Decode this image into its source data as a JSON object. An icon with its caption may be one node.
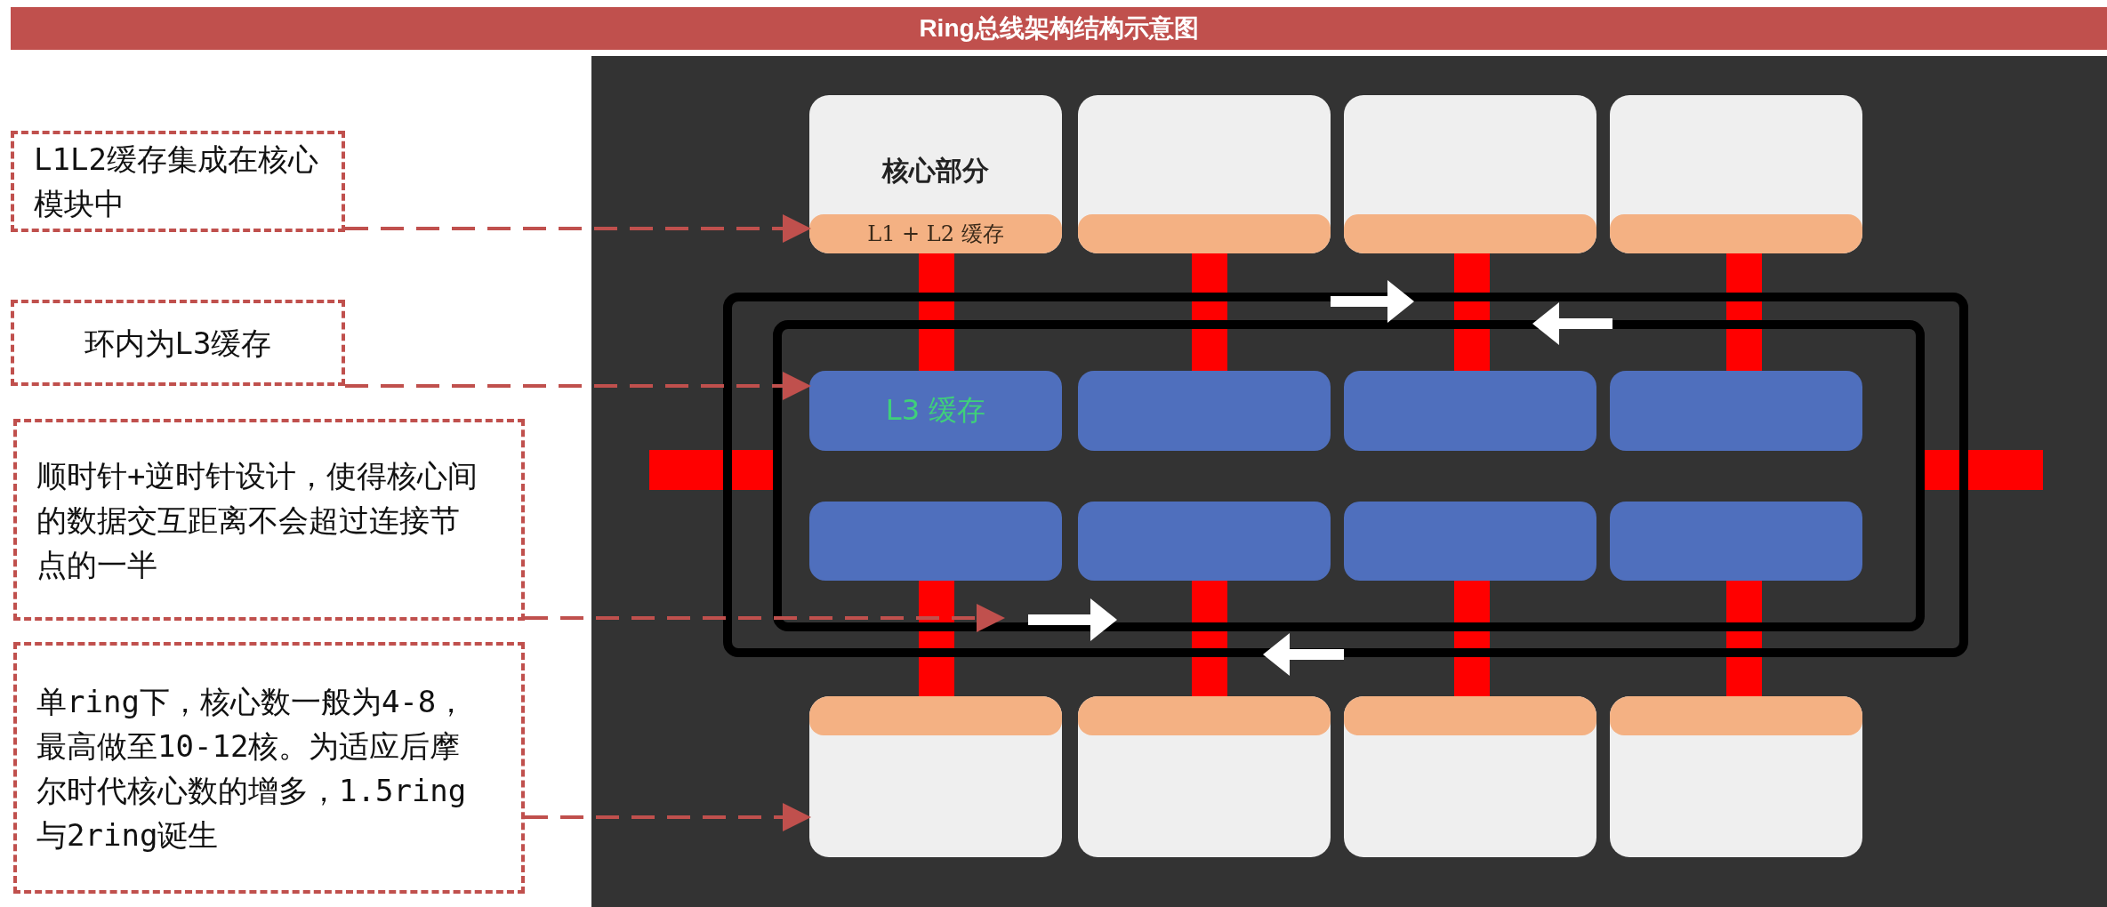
{
  "diagram": {
    "title": "Ring总线架构结构示意图",
    "nodes": [
      {
        "text": [
          "L1L2缓存集成在核心模块中"
        ]
      },
      {
        "text": [
          "环内为L3缓存"
        ]
      },
      {
        "text": [
          "顺时针+逆时针设计，使得核心间的数据交互距离不会超过连接节点的一半"
        ]
      },
      {
        "text": [
          "单ring下，核心数一般为4-8，最高做至10-12核。为适应后摩尔时代核心数的增多，1.5ring与2ring诞生"
        ]
      },
      {
        "text": [
          "核心部分"
        ]
      },
      {
        "text": [
          "L1 + L2 缓存"
        ],
        "in": 4
      },
      {
        "text": [],
        "shape": "box"
      },
      {
        "text": [],
        "shape": "bar",
        "in": 6
      },
      {
        "text": [],
        "shape": "box"
      },
      {
        "text": [],
        "shape": "bar",
        "in": 8
      },
      {
        "text": [],
        "shape": "box"
      },
      {
        "text": [],
        "shape": "bar",
        "in": 10
      },
      {
        "text": [
          "L3 缓存"
        ],
        "in": 28
      },
      {
        "text": [],
        "shape": "box",
        "in": 28
      },
      {
        "text": [],
        "shape": "box",
        "in": 28
      },
      {
        "text": [],
        "shape": "box",
        "in": 28
      },
      {
        "text": [],
        "shape": "box",
        "in": 28
      },
      {
        "text": [],
        "shape": "box",
        "in": 28
      },
      {
        "text": [],
        "shape": "box",
        "in": 28
      },
      {
        "text": [],
        "shape": "box",
        "in": 28
      },
      {
        "text": [],
        "shape": "box"
      },
      {
        "text": [],
        "shape": "bar",
        "in": 20
      },
      {
        "text": [],
        "shape": "box"
      },
      {
        "text": [],
        "shape": "bar",
        "in": 22
      },
      {
        "text": [],
        "shape": "box"
      },
      {
        "text": [],
        "shape": "bar",
        "in": 24
      },
      {
        "text": [],
        "shape": "box"
      },
      {
        "text": [],
        "shape": "bar",
        "in": 26
      },
      {
        "text": [],
        "shape": "ring"
      }
    ],
    "edges": [
      {
        "from": 0,
        "to": 5,
        "arrow": "to",
        "style": "dashed"
      },
      {
        "from": 1,
        "to": 12,
        "arrow": "to",
        "style": "dashed"
      },
      {
        "from": 2,
        "to": 28,
        "arrow": "to",
        "style": "dashed"
      },
      {
        "from": 3,
        "to": 20,
        "arrow": "to",
        "style": "dashed"
      }
    ]
  }
}
